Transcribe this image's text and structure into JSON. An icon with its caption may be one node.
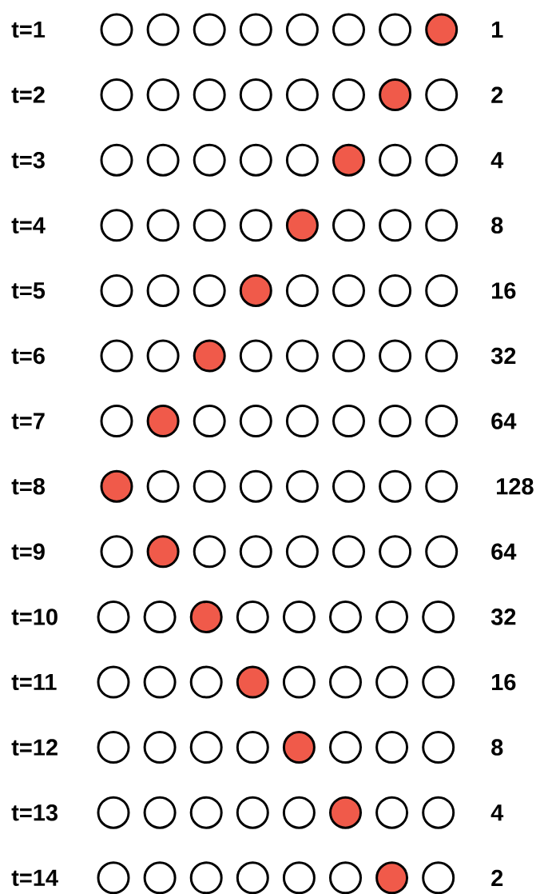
{
  "diagram": {
    "labels": [
      "t=1",
      "1",
      "t=2",
      "2",
      "t=3",
      "4",
      "t=4",
      "8",
      "t=5",
      "16",
      "t=6",
      "32",
      "t=7",
      "64",
      "t=8",
      "128",
      "t=9",
      "64",
      "t=10",
      "32",
      "t=11",
      "16",
      "t=12",
      "8",
      "t=13",
      "4",
      "t=14",
      "2"
    ]
  }
}
